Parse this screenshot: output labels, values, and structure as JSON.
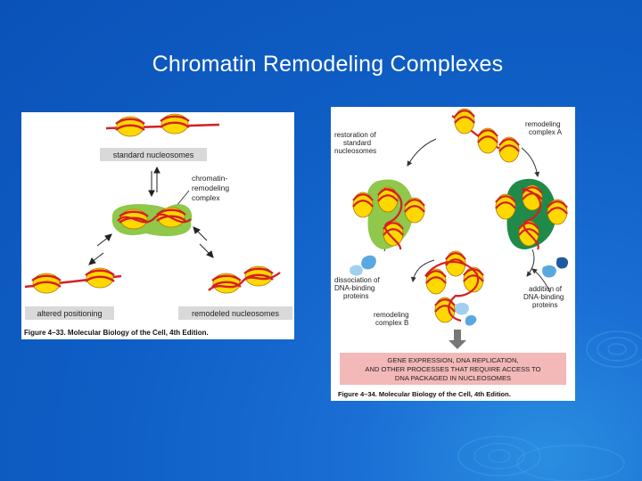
{
  "slide": {
    "title": "Chromatin Remodeling Complexes"
  },
  "figure_left": {
    "label_standard": "standard nucleosomes",
    "label_complex_lines": [
      "chromatin-",
      "remodeling",
      "complex"
    ],
    "label_altered": "altered positioning",
    "label_remodeled": "remodeled nucleosomes",
    "caption": "Figure 4–33. Molecular Biology of the Cell, 4th Edition."
  },
  "figure_right": {
    "label_restoration_lines": [
      "restoration of",
      "standard",
      "nucleosomes"
    ],
    "label_complex_a_lines": [
      "remodeling",
      "complex A"
    ],
    "label_dissociation_lines": [
      "dissociation of",
      "DNA-binding",
      "proteins"
    ],
    "label_addition_lines": [
      "addition of",
      "DNA-binding",
      "proteins"
    ],
    "label_complex_b_lines": [
      "remodeling",
      "complex B"
    ],
    "result_lines": [
      "GENE EXPRESSION, DNA REPLICATION,",
      "AND OTHER PROCESSES THAT REQUIRE ACCESS TO",
      "DNA PACKAGED IN NUCLEOSOMES"
    ],
    "caption": "Figure 4–34. Molecular Biology of the Cell, 4th Edition."
  },
  "colors": {
    "nucleosome": "#ffd800",
    "dna": "#d42020",
    "complex_light": "#8fc84a",
    "complex_dark": "#1f8a4a",
    "result_box": "#f3b8b8",
    "binding_protein": "#5aa8e0"
  }
}
